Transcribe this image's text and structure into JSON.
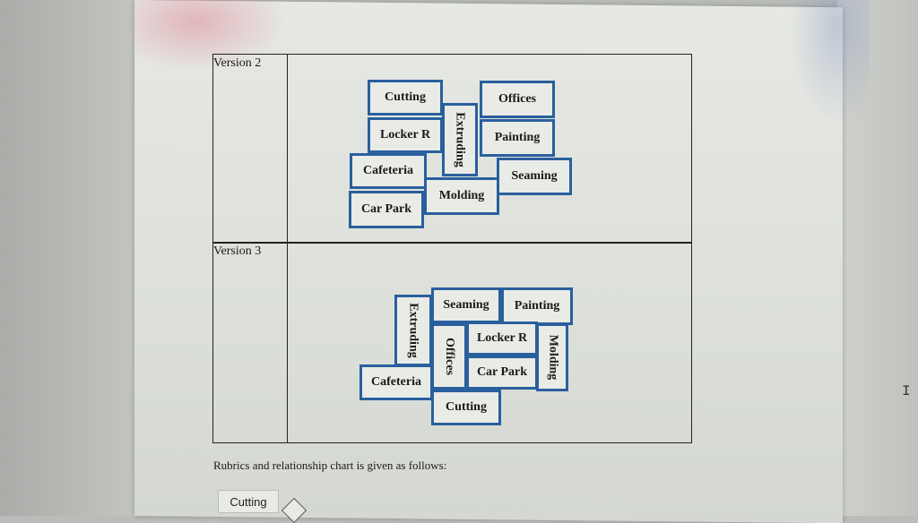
{
  "versions": [
    {
      "label": "Version 2",
      "departments": [
        "Cutting",
        "Offices",
        "Locker R",
        "Extruding",
        "Painting",
        "Cafeteria",
        "Seaming",
        "Molding",
        "Car Park"
      ]
    },
    {
      "label": "Version 3",
      "departments": [
        "Seaming",
        "Painting",
        "Extruding",
        "Locker R",
        "Offices",
        "Molding",
        "Car Park",
        "Cafeteria",
        "Cutting"
      ]
    }
  ],
  "caption": "Rubrics and relationship chart is given as follows:",
  "relationship_chart": {
    "first_item": "Cutting"
  },
  "colors": {
    "department_border": "#2a5f9e",
    "page_background": "#e3e5e0"
  }
}
